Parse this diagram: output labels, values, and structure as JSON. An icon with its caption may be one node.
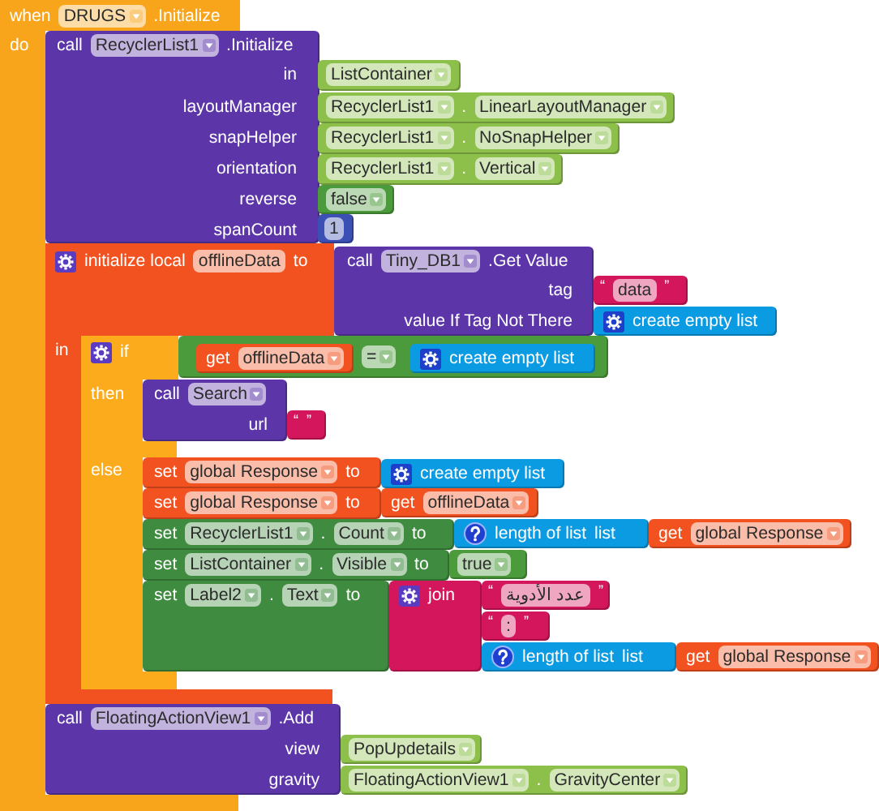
{
  "diagram": {
    "nodes": [
      {
        "text": [
          "when",
          "DRUGS",
          ".Initialize",
          "do"
        ]
      },
      {
        "text": [
          "call",
          "RecyclerList1",
          ".Initialize",
          "in",
          "layoutManager",
          "snapHelper",
          "orientation",
          "reverse",
          "spanCount"
        ]
      },
      {
        "text": [
          "ListContainer"
        ]
      },
      {
        "text": [
          "RecyclerList1",
          ".",
          "LinearLayoutManager"
        ]
      },
      {
        "text": [
          "RecyclerList1",
          ".",
          "NoSnapHelper"
        ]
      },
      {
        "text": [
          "RecyclerList1",
          ".",
          "Vertical"
        ]
      },
      {
        "text": [
          "false"
        ]
      },
      {
        "text": [
          "1"
        ]
      },
      {
        "text": [
          "initialize local",
          "offlineData",
          "to",
          "in"
        ]
      },
      {
        "text": [
          "call",
          "Tiny_DB1",
          ".Get Value",
          "tag",
          "value If Tag Not There"
        ]
      },
      {
        "text": [
          "“",
          "data",
          "”"
        ]
      },
      {
        "text": [
          "create empty list"
        ]
      },
      {
        "text": [
          "if",
          "then",
          "else"
        ]
      },
      {
        "text": [
          "="
        ]
      },
      {
        "text": [
          "get",
          "offlineData"
        ],
        "in": 13
      },
      {
        "text": [
          "create empty list"
        ],
        "in": 13
      },
      {
        "text": [
          "call",
          "Search",
          "url"
        ],
        "in": 8
      },
      {
        "text": [
          "“",
          "”"
        ],
        "in": 8
      },
      {
        "text": [
          "set",
          "global Response",
          "to"
        ]
      },
      {
        "text": [
          "create empty list"
        ]
      },
      {
        "text": [
          "set",
          "global Response",
          "to"
        ]
      },
      {
        "text": [
          "get",
          "offlineData"
        ]
      },
      {
        "text": [
          "set",
          "RecyclerList1",
          ".",
          "Count",
          "to"
        ]
      },
      {
        "text": [
          "length of list",
          "list"
        ]
      },
      {
        "text": [
          "get",
          "global Response"
        ]
      },
      {
        "text": [
          "set",
          "ListContainer",
          ".",
          "Visible",
          "to"
        ]
      },
      {
        "text": [
          "true"
        ]
      },
      {
        "text": [
          "set",
          "Label2",
          ".",
          "Text",
          "to"
        ]
      },
      {
        "text": [
          "join"
        ]
      },
      {
        "text": [
          "“",
          "عدد الأدوية",
          "”"
        ]
      },
      {
        "text": [
          "“",
          ":",
          "”"
        ]
      },
      {
        "text": [
          "length of list",
          "list"
        ]
      },
      {
        "text": [
          "get",
          "global Response"
        ]
      },
      {
        "text": [
          "call",
          "FloatingActionView1",
          ".Add",
          "view",
          "gravity"
        ]
      },
      {
        "text": [
          "PopUpdetails"
        ]
      },
      {
        "text": [
          "FloatingActionView1",
          ".",
          "GravityCenter"
        ]
      }
    ]
  }
}
